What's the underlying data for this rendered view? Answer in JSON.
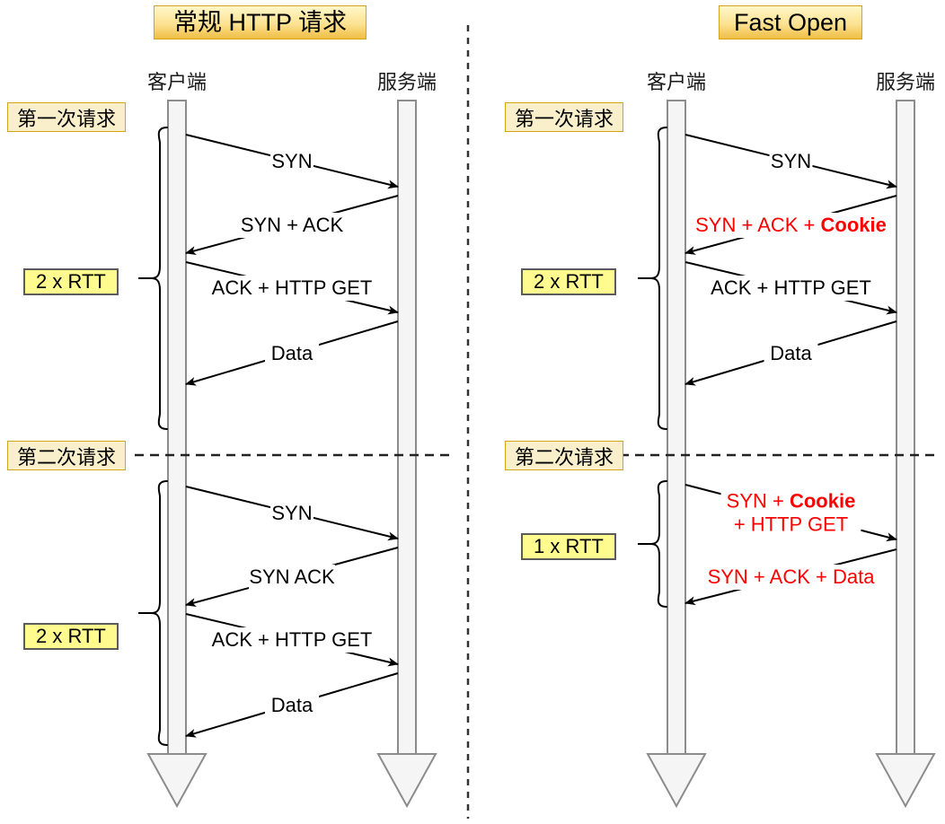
{
  "panels": [
    {
      "id": "regular",
      "title": "常规 HTTP 请求",
      "client_label": "客户端",
      "server_label": "服务端",
      "phase1_tag": "第一次请求",
      "phase2_tag": "第二次请求",
      "phase1_rtt": "2 x RTT",
      "phase2_rtt": "2 x RTT",
      "phase1_messages": [
        {
          "text": "SYN",
          "dir": "right",
          "color": "black"
        },
        {
          "text": "SYN + ACK",
          "dir": "left",
          "color": "black"
        },
        {
          "text": "ACK + HTTP GET",
          "dir": "right",
          "color": "black"
        },
        {
          "text": "Data",
          "dir": "left",
          "color": "black"
        }
      ],
      "phase2_messages": [
        {
          "text": "SYN",
          "dir": "right",
          "color": "black"
        },
        {
          "text": "SYN ACK",
          "dir": "left",
          "color": "black"
        },
        {
          "text": "ACK + HTTP GET",
          "dir": "right",
          "color": "black"
        },
        {
          "text": "Data",
          "dir": "left",
          "color": "black"
        }
      ]
    },
    {
      "id": "fastopen",
      "title": "Fast Open",
      "client_label": "客户端",
      "server_label": "服务端",
      "phase1_tag": "第一次请求",
      "phase2_tag": "第二次请求",
      "phase1_rtt": "2 x RTT",
      "phase2_rtt": "1 x RTT",
      "phase1_messages": [
        {
          "text": "SYN",
          "dir": "right",
          "color": "black"
        },
        {
          "text": "SYN + ACK + Cookie",
          "bold_part": "Cookie",
          "dir": "left",
          "color": "red"
        },
        {
          "text": "ACK + HTTP GET",
          "dir": "right",
          "color": "black"
        },
        {
          "text": "Data",
          "dir": "left",
          "color": "black"
        }
      ],
      "phase2_messages": [
        {
          "text": "SYN + Cookie",
          "line2": "+ HTTP GET",
          "bold_part": "Cookie",
          "dir": "right",
          "color": "red"
        },
        {
          "text": "SYN + ACK + Data",
          "dir": "left",
          "color": "red"
        }
      ]
    }
  ],
  "colors": {
    "title_fill_top": "#FFF3B0",
    "title_fill_bottom": "#F3C34E",
    "title_border": "#D6A419",
    "tag_fill": "#FAEFCB",
    "tag_border": "#D6A419",
    "rtt_fill": "#FFFB8F",
    "rtt_border": "#666666",
    "lifeline_fill": "#F5F5F5",
    "lifeline_border": "#8C8C8C",
    "arrow": "#000000",
    "accent_red": "#FF0000",
    "divider": "#333333"
  }
}
